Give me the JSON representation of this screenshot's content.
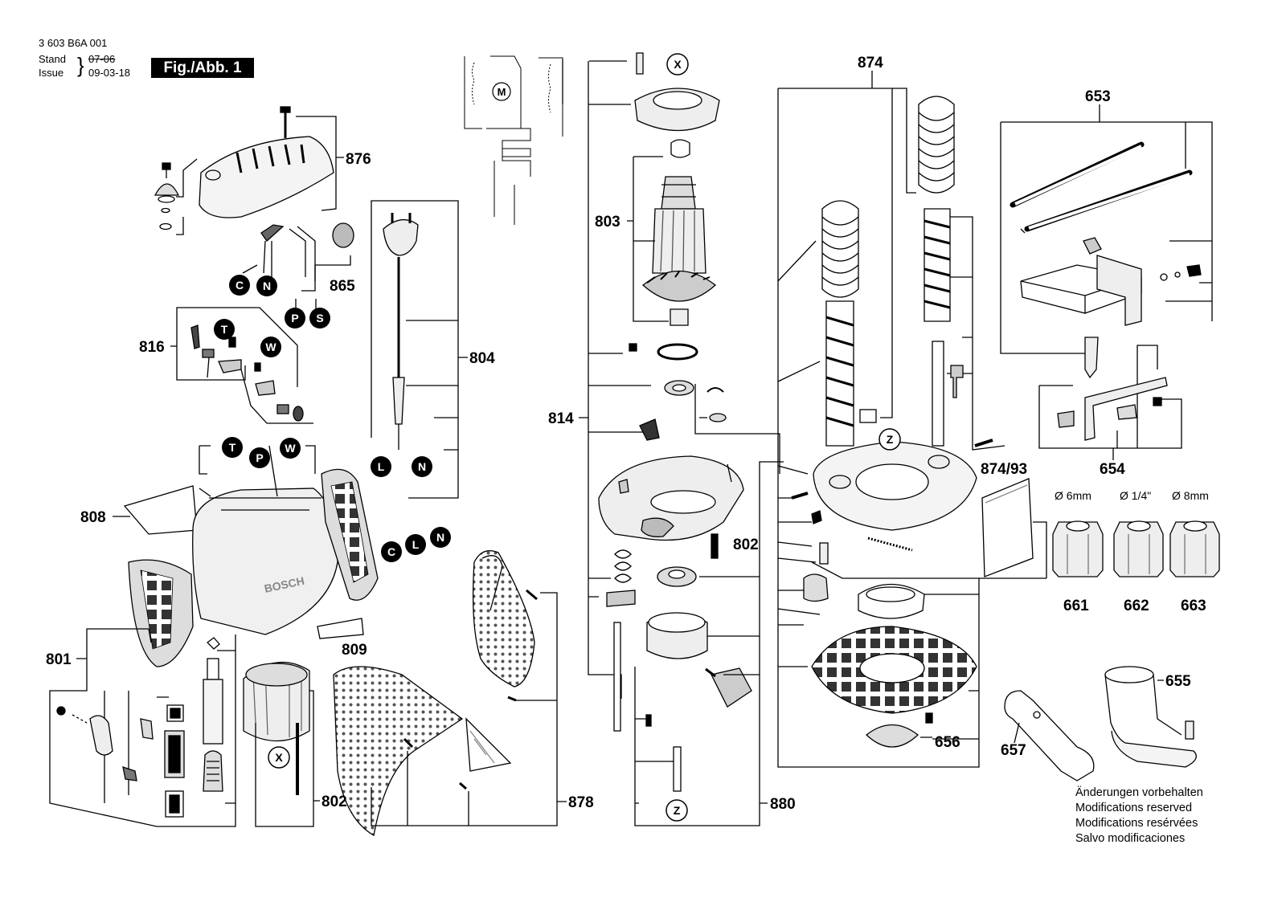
{
  "header": {
    "doc_number": "3 603 B6A 001",
    "stand_label": "Stand",
    "issue_label": "Issue",
    "stand_date": "07-06",
    "issue_date": "09-03-18",
    "figure_label": "Fig./Abb. 1"
  },
  "brand_marking": "BOSCH",
  "motor_symbol": "M",
  "collet_sizes": [
    "Ø 6mm",
    "Ø 1/4\"",
    "Ø 8mm"
  ],
  "part_numbers": {
    "p876": "876",
    "p865": "865",
    "p816": "816",
    "p804": "804",
    "p808": "808",
    "p801": "801",
    "p809": "809",
    "p802a": "802",
    "p878": "878",
    "p803": "803",
    "p814": "814",
    "p802b": "802",
    "p880": "880",
    "p874": "874",
    "p653": "653",
    "p654": "654",
    "p874_93": "874/93",
    "p661": "661",
    "p662": "662",
    "p663": "663",
    "p656": "656",
    "p657": "657",
    "p655": "655"
  },
  "callouts": {
    "c1": "C",
    "n1": "N",
    "p1": "P",
    "s1": "S",
    "t1": "T",
    "w1": "W",
    "t2": "T",
    "p2": "P",
    "w2": "W",
    "l1": "L",
    "n2": "N",
    "c2": "C",
    "l2": "L",
    "n3": "N",
    "x1": "X",
    "x2": "X",
    "z1": "Z",
    "z2": "Z"
  },
  "notes": [
    "Änderungen vorbehalten",
    "Modifications reserved",
    "Modifications resérvées",
    "Salvo modificaciones"
  ]
}
